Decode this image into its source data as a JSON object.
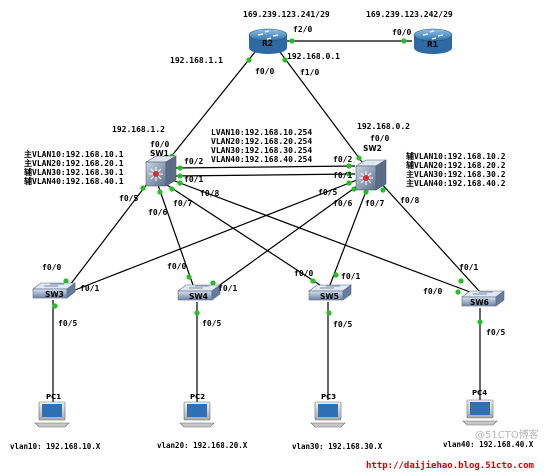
{
  "routers": {
    "r2": {
      "name": "R2",
      "ip_top": "169.239.123.241/29"
    },
    "r1": {
      "name": "R1",
      "ip_top": "169.239.123.242/29"
    }
  },
  "ports": {
    "r2_f20": "f2/0",
    "r1_f00": "f0/0",
    "r2_f00": "f0/0",
    "r2_f10": "f1/0",
    "sw1_f00": "f0/0",
    "sw2_f00": "f0/0",
    "sw1_f02": "f0/2",
    "sw1_f01": "f0/1",
    "sw2_f02": "f0/2",
    "sw2_f01": "f0/1",
    "sw1_f05": "f0/5",
    "sw1_f06": "f0/6",
    "sw1_f07": "f0/7",
    "sw1_f08": "f0/8",
    "sw2_f05": "f0/5",
    "sw2_f06": "f0/6",
    "sw2_f07": "f0/7",
    "sw2_f08": "f0/8",
    "sw3_f00": "f0/0",
    "sw3_f01": "f0/1",
    "sw3_f05": "f0/5",
    "sw4_f00": "f0/0",
    "sw4_f01": "f0/1",
    "sw4_f05": "f0/5",
    "sw5_f00": "f0/0",
    "sw5_f01": "f0/1",
    "sw5_f05": "f0/5",
    "sw6_f00": "f0/0",
    "sw6_f01": "f0/1",
    "sw6_f05": "f0/5"
  },
  "ips": {
    "r2_left": "192.168.1.1",
    "r2_right": "192.168.0.1",
    "sw1": "192.168.1.2",
    "sw2": "192.168.0.2"
  },
  "sw1_vlans": [
    "主VLAN10:192.168.10.1",
    "主VLAN20:192.168.20.1",
    "辅VLAN30:192.168.30.1",
    "辅VLAN40:192.168.40.1"
  ],
  "sw2_vlans": [
    "辅VLAN10:192.168.10.2",
    "辅VLAN20:192.168.20.2",
    "主VLAN30:192.168.30.2",
    "主VLAN40:192.168.40.2"
  ],
  "virtual_ips": [
    "LVAN10:192.168.10.254",
    "VLAN20:192.168.20.254",
    "VLAN30:192.168.30.254",
    "VLAN40:192.168.40.254"
  ],
  "switches": {
    "sw1": "SW1",
    "sw2": "SW2",
    "sw3": "SW3",
    "sw4": "SW4",
    "sw5": "SW5",
    "sw6": "SW6"
  },
  "pcs": [
    {
      "name": "PC1",
      "subnet": "vlan10: 192.168.10.X"
    },
    {
      "name": "PC2",
      "subnet": "vlan20: 192.168.20.X"
    },
    {
      "name": "PC3",
      "subnet": "vlan30: 192.168.30.X"
    },
    {
      "name": "PC4",
      "subnet": "vlan40: 192.168.40.X"
    }
  ],
  "footer_url": "http://daijiehao.blog.51cto.com",
  "watermark": "@51CTO博客",
  "colors": {
    "router": "#3f86bd",
    "switch": "#7f95b3",
    "port_dot": "#22c022",
    "footer": "#d40000"
  },
  "icons": [
    "router-icon",
    "multilayer-switch-icon",
    "switch-icon",
    "pc-icon"
  ]
}
